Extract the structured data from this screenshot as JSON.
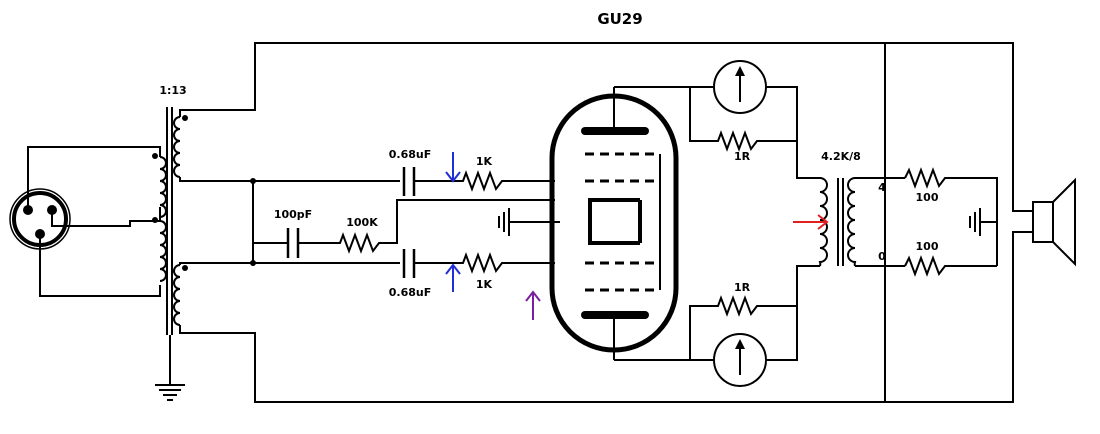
{
  "title": "GU29",
  "labels": {
    "turns_ratio": "1:13",
    "cap_top": "0.68uF",
    "cap_bottom": "0.68uF",
    "res_top": "1K",
    "res_bottom": "1K",
    "cap_feedback": "100pF",
    "res_feedback": "100K",
    "res_meter_top": "1R",
    "res_meter_bottom": "1R",
    "output_transformer": "4.2K/8",
    "tap_4": "4",
    "tap_0": "0",
    "res_load_top": "100",
    "res_load_bottom": "100"
  },
  "icons": {
    "xlr": "xlr-connector-icon",
    "ground": "ground-icon",
    "speaker": "speaker-icon",
    "meter": "meter-icon"
  },
  "colors": {
    "wire": "#000000",
    "arrow_blue": "#1f2fd4",
    "arrow_purple": "#7a1fa0",
    "arrow_red": "#e02020"
  }
}
